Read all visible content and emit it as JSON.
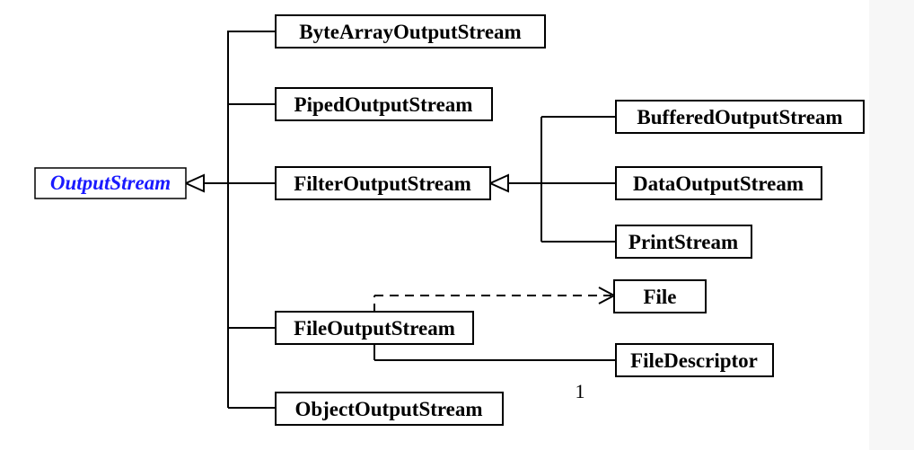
{
  "colors": {
    "root_text": "#1a1aff",
    "class_text": "#000000",
    "line": "#000000"
  },
  "classes": {
    "output_stream": "OutputStream",
    "byte_array_output_stream": "ByteArrayOutputStream",
    "piped_output_stream": "PipedOutputStream",
    "filter_output_stream": "FilterOutputStream",
    "buffered_output_stream": "BufferedOutputStream",
    "data_output_stream": "DataOutputStream",
    "print_stream": "PrintStream",
    "file": "File",
    "file_output_stream": "FileOutputStream",
    "file_descriptor": "FileDescriptor",
    "object_output_stream": "ObjectOutputStream"
  },
  "multiplicity": "1"
}
